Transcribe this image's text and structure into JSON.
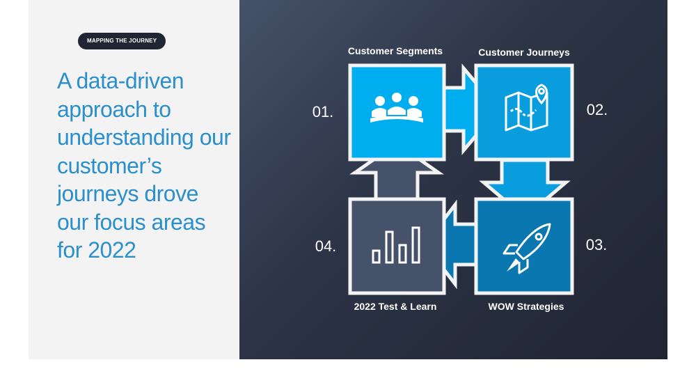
{
  "badge": {
    "label": "MAPPING THE JOURNEY"
  },
  "headline": {
    "text": "A data-driven approach to understanding our customer’s journeys drove our focus areas for 2022"
  },
  "steps": [
    {
      "number": "01.",
      "label": "Customer Segments",
      "icon": "people-group-icon",
      "color": "#00aeef"
    },
    {
      "number": "02.",
      "label": "Customer Journeys",
      "icon": "map-pin-icon",
      "color": "#0a9ddd"
    },
    {
      "number": "03.",
      "label": "WOW Strategies",
      "icon": "rocket-icon",
      "color": "#0a77b0"
    },
    {
      "number": "04.",
      "label": "2022 Test & Learn",
      "icon": "bar-chart-icon",
      "color": "#46526a"
    }
  ]
}
